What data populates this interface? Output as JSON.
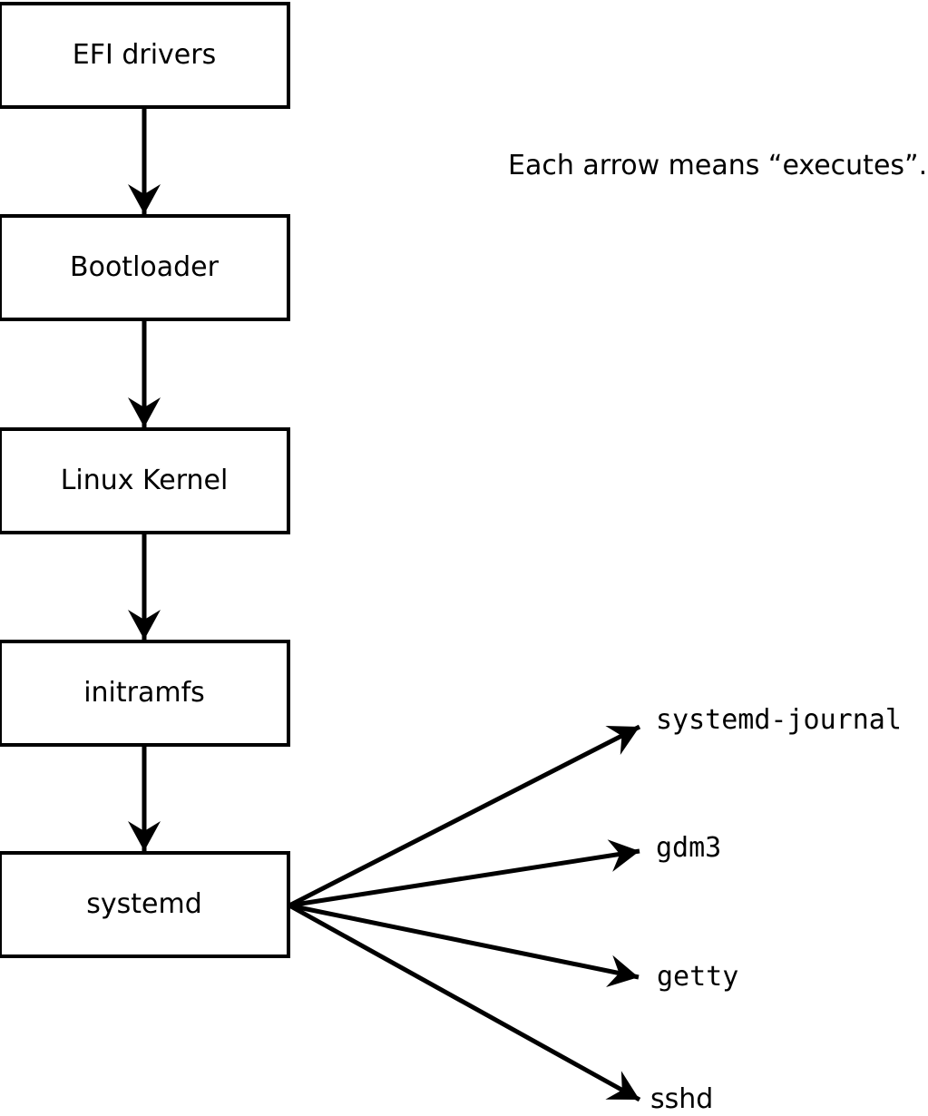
{
  "diagram": {
    "legend_note": "Each arrow means “executes”.",
    "boot_chain": [
      {
        "label": "EFI drivers"
      },
      {
        "label": "Bootloader"
      },
      {
        "label": "Linux Kernel"
      },
      {
        "label": "initramfs"
      },
      {
        "label": "systemd"
      }
    ],
    "spawned_services": [
      {
        "label": "systemd-journal"
      },
      {
        "label": "gdm3"
      },
      {
        "label": "getty"
      },
      {
        "label": "sshd"
      }
    ],
    "arrow_meaning": "executes",
    "colors": {
      "line": "#000000",
      "box_border": "#000000",
      "box_fill": "#ffffff",
      "background": "#ffffff",
      "text": "#000000"
    }
  }
}
